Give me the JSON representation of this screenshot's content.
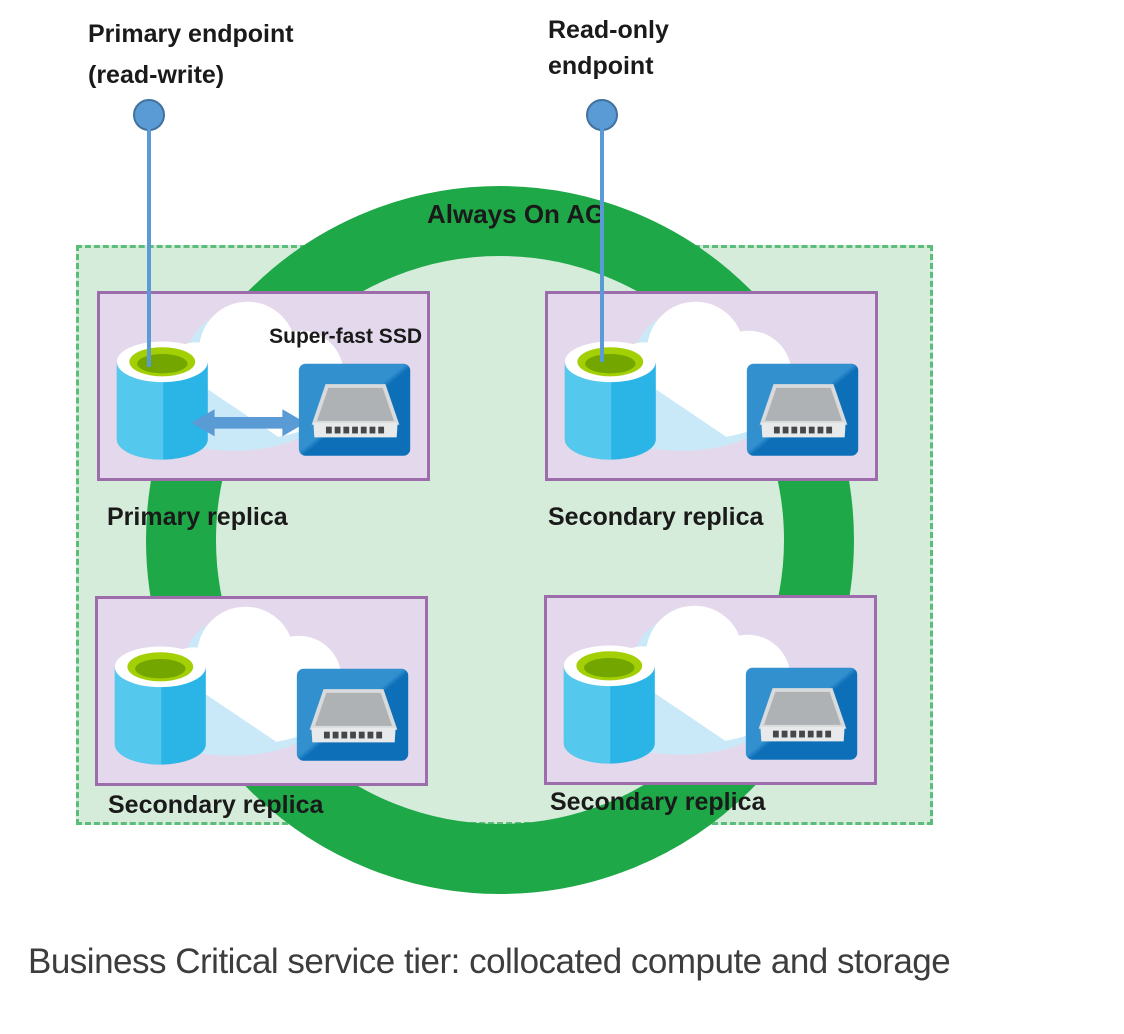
{
  "diagram": {
    "caption": "Business Critical service tier: collocated compute and storage"
  },
  "endpoints": {
    "primary": {
      "line1": "Primary endpoint",
      "line2": "(read-write)"
    },
    "readonly": {
      "line1": "Read-only",
      "line2": "endpoint"
    }
  },
  "ring": {
    "label": "Always On AG"
  },
  "replicas": [
    {
      "label": "Primary replica",
      "ssd_label": "Super-fast SSD"
    },
    {
      "label": "Secondary replica"
    },
    {
      "label": "Secondary replica"
    },
    {
      "label": "Secondary replica"
    }
  ],
  "icons": {
    "endpoint_pin": "blue circle pin with vertical connector line",
    "cloud": "white cloud with light-blue lower-left shading",
    "database": "cyan database cylinder with lime-green open top",
    "ssd": "blue square tile containing gray disk drive",
    "arrow": "blue double-headed horizontal arrow"
  },
  "colors": {
    "ring": "#1fa848",
    "panel_fill": "#d6ecdb",
    "panel_border": "#5cbd7b",
    "box_fill": "#e4d9ec",
    "box_border": "#9c6cab",
    "endpoint_blue": "#5b9bd5",
    "endpoint_border": "#41719c",
    "text": "#1a1a1a",
    "caption_text": "#3d3d3d",
    "db_light": "#55c8ee",
    "db_dark": "#2bb5e6",
    "db_lime": "#a3cf05",
    "db_lime_dark": "#74a600",
    "cloud_blue": "#c9e9f8",
    "ssd_light": "#3390cf",
    "ssd_dark": "#0d6fb8",
    "drive_top": "#aeb2b5",
    "drive_front": "#e8e9ea",
    "drive_pins": "#45484b"
  }
}
